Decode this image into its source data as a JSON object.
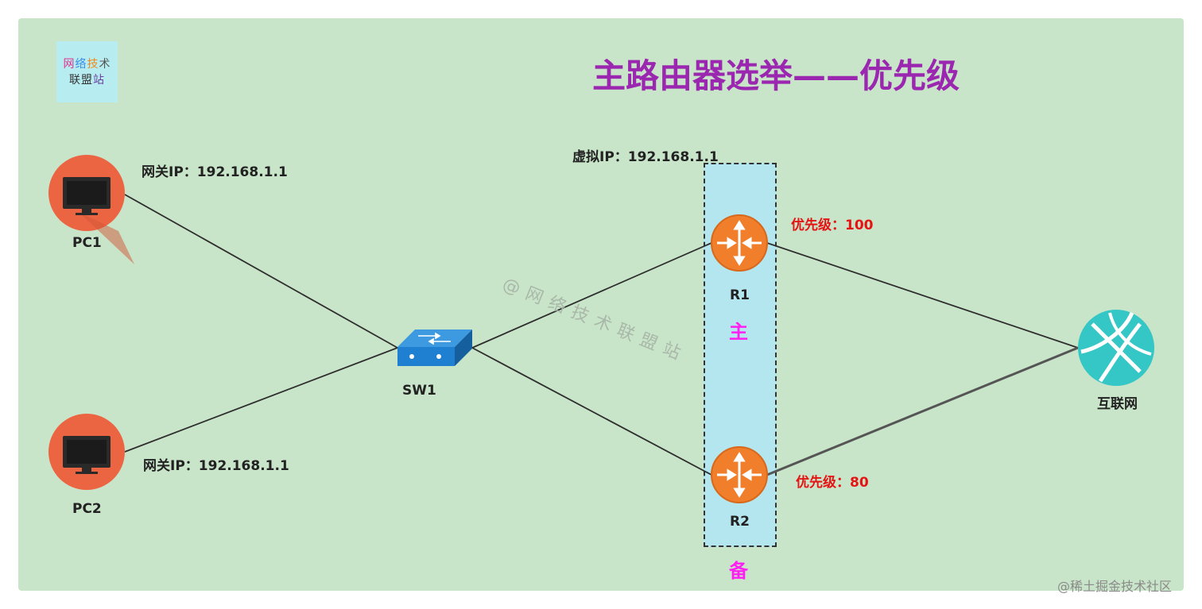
{
  "title": "主路由器选举——优先级",
  "logo": {
    "line1": [
      "网",
      "络",
      "技",
      "术"
    ],
    "line2": [
      "联",
      "盟",
      "站"
    ]
  },
  "pc1": {
    "name": "PC1",
    "gateway": "网关IP：192.168.1.1"
  },
  "pc2": {
    "name": "PC2",
    "gateway": "网关IP：192.168.1.1"
  },
  "switch": {
    "name": "SW1"
  },
  "virtual_ip": "虚拟IP：192.168.1.1",
  "r1": {
    "name": "R1",
    "priority": "优先级：100",
    "role": "主"
  },
  "r2": {
    "name": "R2",
    "priority": "优先级：80",
    "role": "备"
  },
  "internet": {
    "name": "互联网"
  },
  "watermark": "@网络技术联盟站",
  "footer": "@稀土掘金技术社区",
  "colors": {
    "background": "#c9e5c9",
    "title": "#9b27b0",
    "priority": "#e41414",
    "role": "#ff1ff2",
    "router": "#f07e2a",
    "pc": "#ec6542",
    "internet": "#35c6c6",
    "switch": "#1f7fd0"
  }
}
